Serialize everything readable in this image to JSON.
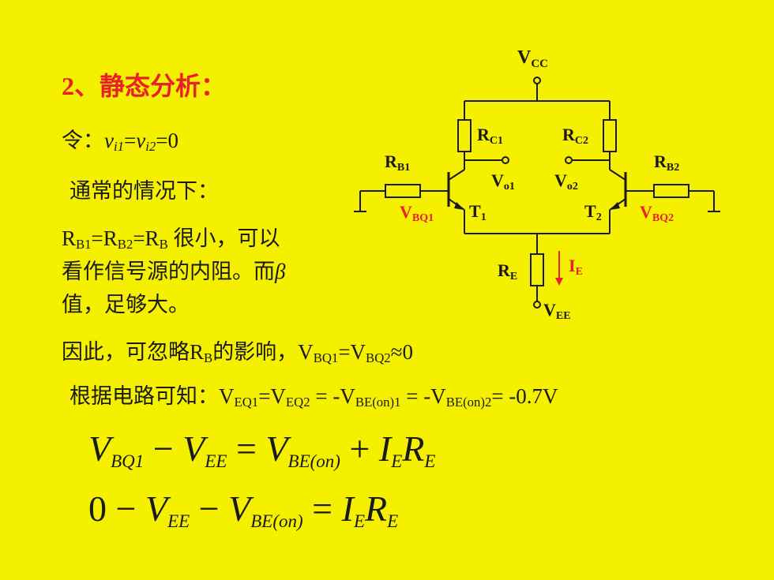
{
  "heading": "2、静态分析：",
  "line1": {
    "prefix": "令：",
    "v1": "v",
    "i1": "i1",
    "eq1": "=",
    "v2": "v",
    "i2": "i2",
    "eq2": "=0"
  },
  "line2": "通常的情况下：",
  "line3": {
    "r1": "R",
    "s1": "B1",
    "e1": "=R",
    "s2": "B2",
    "e2": "=R",
    "s3": "B",
    "tail": " 很小，可以"
  },
  "line4": {
    "text": "看作信号源的内阻。而",
    "beta": "β"
  },
  "line5": "值，足够大。",
  "line6": {
    "pre": "因此，可忽略R",
    "s1": "B",
    "mid": "的影响，V",
    "s2": "BQ1",
    "e1": "=V",
    "s3": "BQ2",
    "tail": "≈0"
  },
  "line7": {
    "pre": "根据电路可知：V",
    "s1": "EQ1",
    "e1": "=V",
    "s2": "EQ2",
    "e2": " = -V",
    "s3": "BE(on)1",
    "e3": " = -V",
    "s4": "BE(on)2",
    "tail": "= -0.7V"
  },
  "eq1": {
    "a": "V",
    "as": "BQ1",
    "op1": " − ",
    "b": "V",
    "bs": "EE",
    "op2": " = ",
    "c": "V",
    "cs": "BE(on)",
    "op3": " + ",
    "d": "I",
    "ds": "E",
    "e": "R",
    "es": "E"
  },
  "eq2": {
    "z": "0",
    "op1": " − ",
    "b": "V",
    "bs": "EE",
    "op2": " − ",
    "c": "V",
    "cs": "BE(on)",
    "op3": " = ",
    "d": "I",
    "ds": "E",
    "e": "R",
    "es": "E"
  },
  "circuit": {
    "vcc": "V",
    "vcc_s": "CC",
    "rc1": "R",
    "rc1_s": "C1",
    "rc2": "R",
    "rc2_s": "C2",
    "rb1": "R",
    "rb1_s": "B1",
    "rb2": "R",
    "rb2_s": "B2",
    "vo1": "V",
    "vo1_s": "o1",
    "vo2": "V",
    "vo2_s": "o2",
    "vbq1": "V",
    "vbq1_s": "BQ1",
    "vbq2": "V",
    "vbq2_s": "BQ2",
    "t1": "T",
    "t1_s": "1",
    "t2": "T",
    "t2_s": "2",
    "re": "R",
    "re_s": "E",
    "ie": "I",
    "ie_s": "E",
    "vee": "V",
    "vee_s": "EE",
    "red": "#e8202a"
  }
}
